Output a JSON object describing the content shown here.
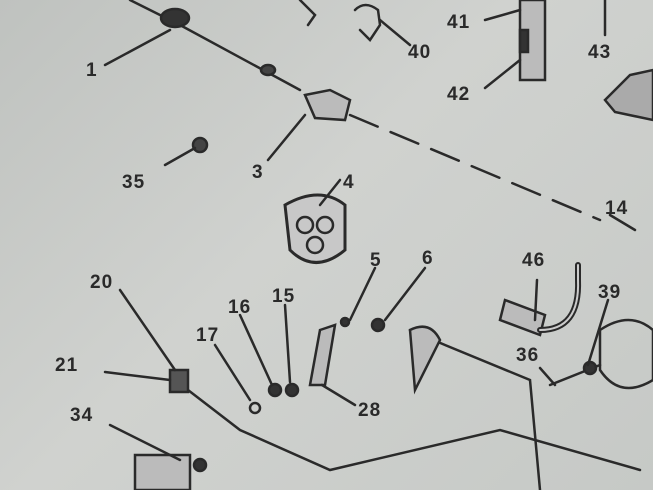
{
  "diagram": {
    "callouts": [
      {
        "id": "c1",
        "text": "1"
      },
      {
        "id": "c40",
        "text": "40"
      },
      {
        "id": "c41",
        "text": "41"
      },
      {
        "id": "c42",
        "text": "42"
      },
      {
        "id": "c43",
        "text": "43"
      },
      {
        "id": "c3",
        "text": "3"
      },
      {
        "id": "c35",
        "text": "35"
      },
      {
        "id": "c4",
        "text": "4"
      },
      {
        "id": "c14",
        "text": "14"
      },
      {
        "id": "c5",
        "text": "5"
      },
      {
        "id": "c6",
        "text": "6"
      },
      {
        "id": "c46",
        "text": "46"
      },
      {
        "id": "c39",
        "text": "39"
      },
      {
        "id": "c36",
        "text": "36"
      },
      {
        "id": "c20",
        "text": "20"
      },
      {
        "id": "c16",
        "text": "16"
      },
      {
        "id": "c15",
        "text": "15"
      },
      {
        "id": "c17",
        "text": "17"
      },
      {
        "id": "c21",
        "text": "21"
      },
      {
        "id": "c28",
        "text": "28"
      },
      {
        "id": "c34",
        "text": "34"
      }
    ]
  }
}
